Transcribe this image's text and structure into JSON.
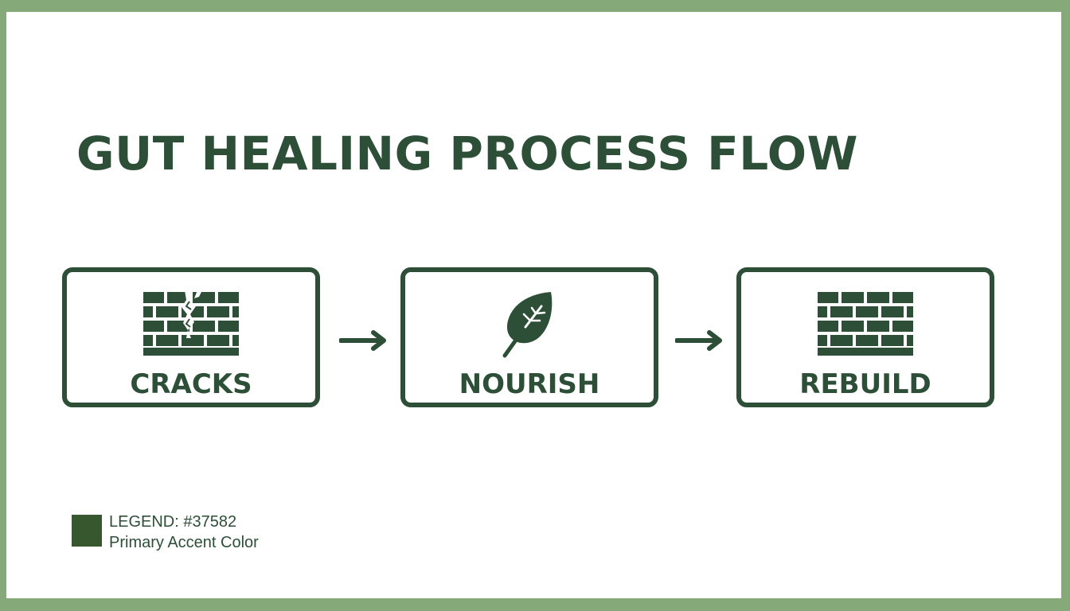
{
  "title": "GUT HEALING PROCESS FLOW",
  "colors": {
    "accent": "#2d4f38",
    "frame": "#86a979",
    "legend_swatch": "#37582f",
    "background": "#ffffff"
  },
  "steps": [
    {
      "label": "CRACKS",
      "icon": "cracked-brick-wall-icon"
    },
    {
      "label": "NOURISH",
      "icon": "leaf-icon"
    },
    {
      "label": "REBUILD",
      "icon": "brick-wall-icon"
    }
  ],
  "connectors": [
    {
      "from": "CRACKS",
      "to": "NOURISH",
      "icon": "arrow-right-icon"
    },
    {
      "from": "NOURISH",
      "to": "REBUILD",
      "icon": "arrow-right-icon"
    }
  ],
  "legend": {
    "title": "LEGEND: #37582",
    "description": "Primary Accent Color"
  }
}
